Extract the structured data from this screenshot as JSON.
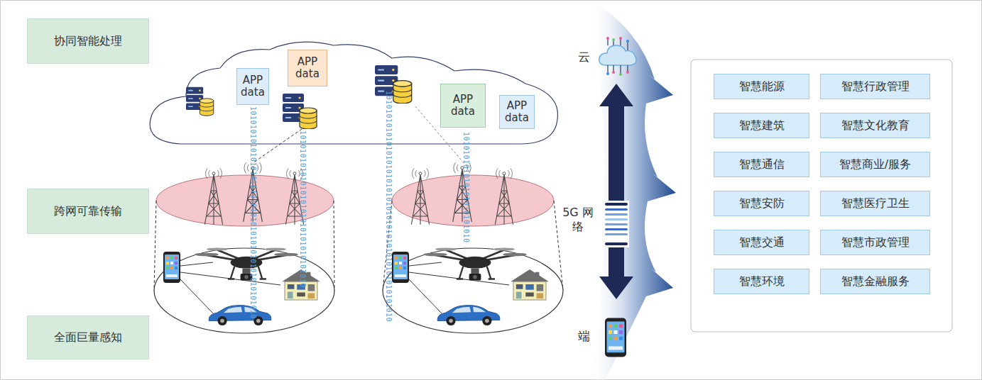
{
  "diagram": {
    "nodes": [
      {
        "text": [
          "协同智能处理"
        ]
      },
      {
        "text": [
          "APP data"
        ]
      },
      {
        "text": [
          "APP data"
        ]
      },
      {
        "text": [
          "APP data"
        ]
      },
      {
        "text": [
          "APP data"
        ]
      },
      {
        "text": [
          "跨网可靠传输"
        ]
      },
      {
        "text": [
          "全面巨量感知"
        ]
      },
      {
        "text": [
          "智慧能源"
        ]
      },
      {
        "text": [
          "智慧行政管理"
        ]
      },
      {
        "text": [
          "智慧建筑"
        ]
      },
      {
        "text": [
          "智慧文化教育"
        ]
      },
      {
        "text": [
          "智慧通信"
        ]
      },
      {
        "text": [
          "智慧商业/服务"
        ]
      },
      {
        "text": [
          "智慧安防"
        ]
      },
      {
        "text": [
          "智慧医疗卫生"
        ]
      },
      {
        "text": [
          "智慧交通"
        ]
      },
      {
        "text": [
          "智慧市政管理"
        ]
      },
      {
        "text": [
          "智慧环境"
        ]
      },
      {
        "text": [
          "智慧金融服务"
        ]
      }
    ],
    "labels": [
      "云",
      "5G 网络",
      "端",
      "1010101010101010101010101010101010101010101010",
      "1010101010101010101010101010101010",
      "10101010101010101010101010101010101010101010101010",
      "101010101010101010101010"
    ]
  }
}
